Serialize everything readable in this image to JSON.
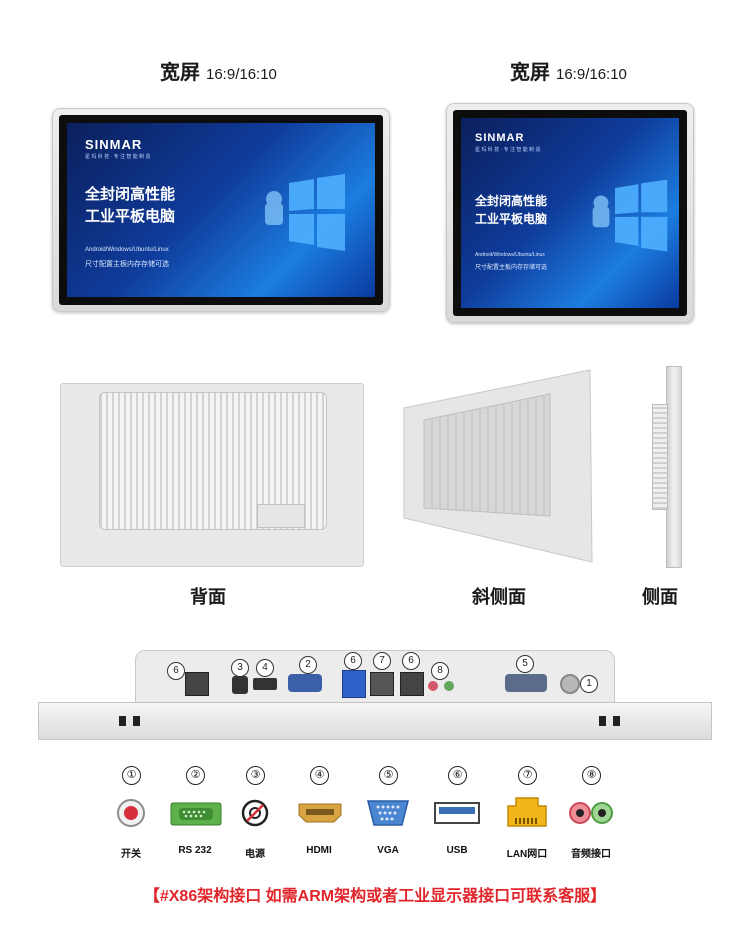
{
  "headings": [
    {
      "main": "宽屏",
      "sub": "16:9/16:10"
    },
    {
      "main": "宽屏",
      "sub": "16:9/16:10"
    }
  ],
  "screen": {
    "brand": "SINMAR",
    "brand_tagline": "星 玛 科 技 · 专 注 智 能 制 造",
    "title_line1": "全封闭高性能",
    "title_line2": "工业平板电脑",
    "os_line": "Android/Windows/Ubuntu/Linux",
    "desc_line": "尺寸配置主板内存存储可选"
  },
  "views": {
    "back": "背面",
    "oblique": "斜侧面",
    "side": "侧面"
  },
  "io_numbers": [
    "6",
    "3",
    "4",
    "2",
    "6",
    "7",
    "6",
    "8",
    "5",
    "1"
  ],
  "legend": [
    {
      "num": "①",
      "label": "开关",
      "icon": "power-switch-icon"
    },
    {
      "num": "②",
      "label": "RS 232",
      "icon": "rs232-port-icon"
    },
    {
      "num": "③",
      "label": "电源",
      "icon": "dc-power-icon"
    },
    {
      "num": "④",
      "label": "HDMI",
      "icon": "hdmi-port-icon"
    },
    {
      "num": "⑤",
      "label": "VGA",
      "icon": "vga-port-icon"
    },
    {
      "num": "⑥",
      "label": "USB",
      "icon": "usb-port-icon"
    },
    {
      "num": "⑦",
      "label": "LAN网口",
      "icon": "lan-port-icon"
    },
    {
      "num": "⑧",
      "label": "音频接口",
      "icon": "audio-jack-icon"
    }
  ],
  "footer": "【#X86架构接口  如需ARM架构或者工业显示器接口可联系客服】",
  "colors": {
    "accent_red": "#e0262b",
    "screen_blue": "#0f3c9b",
    "rs232_green": "#5db04b",
    "hdmi_gold": "#d9a441",
    "vga_blue": "#4a86d1",
    "usb_blue": "#3a6fb5",
    "lan_yellow": "#f2b51c"
  }
}
